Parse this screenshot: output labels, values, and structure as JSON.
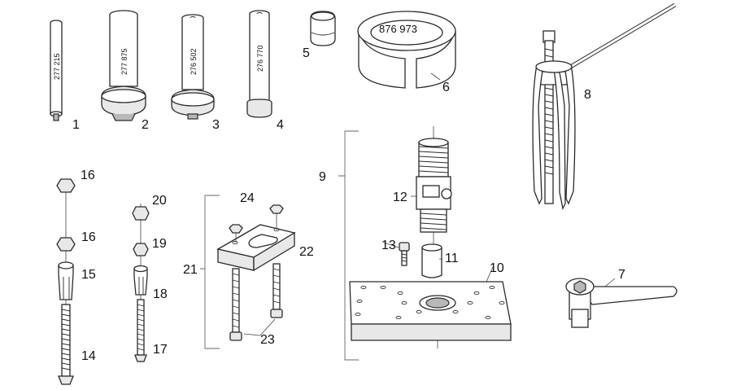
{
  "callouts": {
    "c1": "1",
    "c2": "2",
    "c3": "3",
    "c4": "4",
    "c5": "5",
    "c6": "6",
    "c7": "7",
    "c8": "8",
    "c9": "9",
    "c10": "10",
    "c11": "11",
    "c12": "12",
    "c13": "13",
    "c14": "14",
    "c15": "15",
    "c16a": "16",
    "c16b": "16",
    "c17": "17",
    "c18": "18",
    "c19": "19",
    "c20": "20",
    "c21": "21",
    "c22": "22",
    "c23": "23",
    "c24": "24"
  },
  "part_numbers": {
    "p1": "277 215",
    "p2": "277 875",
    "p3": "276 502",
    "p4": "276 770",
    "p6": "876 973"
  }
}
